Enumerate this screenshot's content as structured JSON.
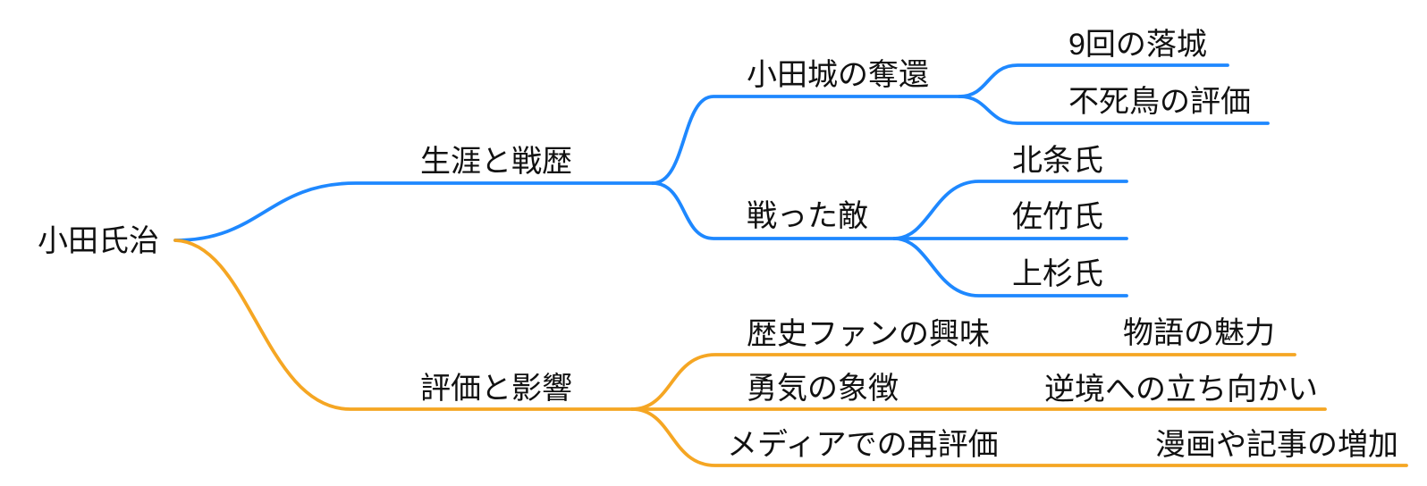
{
  "colors": {
    "blue_branch": "#1e88ff",
    "orange_branch": "#f5a623",
    "text": "#111111",
    "background": "#ffffff"
  },
  "root": {
    "label": "小田氏治"
  },
  "branches": [
    {
      "label": "生涯と戦歴",
      "color": "#1e88ff",
      "children": [
        {
          "label": "小田城の奪還",
          "children": [
            {
              "label": "9回の落城"
            },
            {
              "label": "不死鳥の評価"
            }
          ]
        },
        {
          "label": "戦った敵",
          "children": [
            {
              "label": "北条氏"
            },
            {
              "label": "佐竹氏"
            },
            {
              "label": "上杉氏"
            }
          ]
        }
      ]
    },
    {
      "label": "評価と影響",
      "color": "#f5a623",
      "children": [
        {
          "label": "歴史ファンの興味",
          "children": [
            {
              "label": "物語の魅力"
            }
          ]
        },
        {
          "label": "勇気の象徴",
          "children": [
            {
              "label": "逆境への立ち向かい"
            }
          ]
        },
        {
          "label": "メディアでの再評価",
          "children": [
            {
              "label": "漫画や記事の増加"
            }
          ]
        }
      ]
    }
  ]
}
